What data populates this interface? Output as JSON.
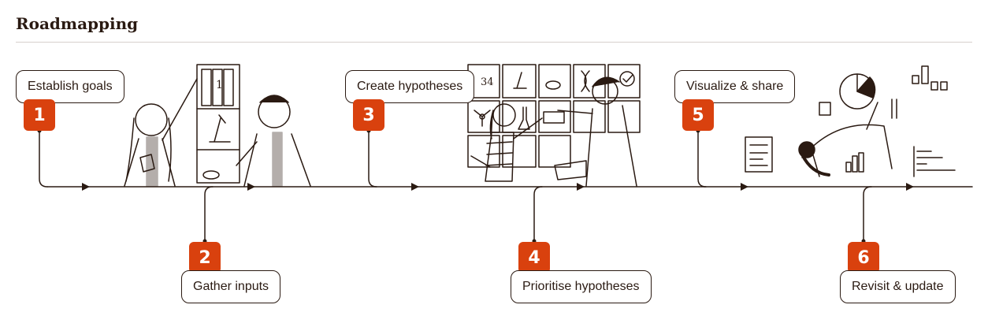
{
  "title": "Roadmapping",
  "colors": {
    "accent": "#d9410e",
    "ink": "#2a1a12",
    "rule": "#d6d0cc"
  },
  "steps": [
    {
      "number": "1",
      "label": "Establish goals"
    },
    {
      "number": "2",
      "label": "Gather inputs"
    },
    {
      "number": "3",
      "label": "Create hypotheses"
    },
    {
      "number": "4",
      "label": "Prioritise hypotheses"
    },
    {
      "number": "5",
      "label": "Visualize & share"
    },
    {
      "number": "6",
      "label": "Revisit & update"
    }
  ],
  "illustrations": [
    {
      "icon": "two-people-with-binders-illustration",
      "lettering": "1"
    },
    {
      "icon": "two-people-high-five-illustration",
      "lettering": "34"
    },
    {
      "icon": "person-with-charts-illustration",
      "lettering": ""
    }
  ]
}
